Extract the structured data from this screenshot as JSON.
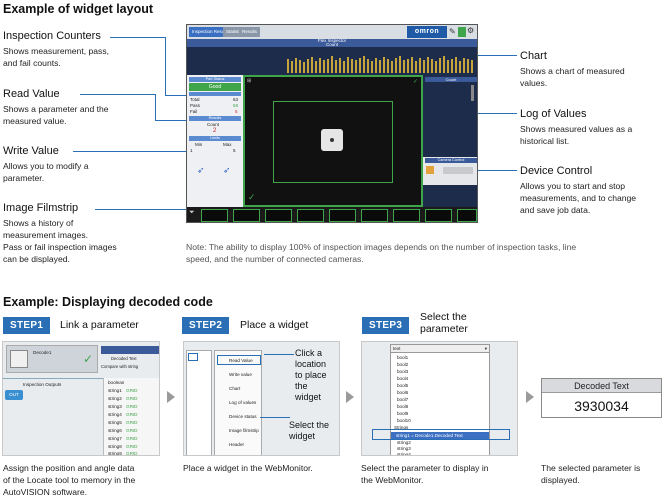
{
  "section1": {
    "title": "Example of widget layout",
    "callouts": [
      {
        "title": "Inspection Counters",
        "desc": [
          "Shows measurement, pass,",
          "and fail counts."
        ]
      },
      {
        "title": "Read Value",
        "desc": [
          "Shows a parameter and the",
          "measured value."
        ]
      },
      {
        "title": "Write Value",
        "desc": [
          "Allows you to modify a",
          "parameter."
        ]
      },
      {
        "title": "Image Filmstrip",
        "desc": [
          "Shows a history of",
          "measurement images.",
          "Pass or fail inspection images",
          "can be displayed."
        ]
      },
      {
        "title": "Chart",
        "desc": [
          "Shows a chart of measured",
          "values."
        ]
      },
      {
        "title": "Log of Values",
        "desc": [
          "Shows measured values as a",
          "historical list."
        ]
      },
      {
        "title": "Device Control",
        "desc": [
          "Allows you to start and stop",
          "measurements, and to change",
          "and save job data."
        ]
      }
    ],
    "note": [
      "Note: The ability to display 100% of  inspection images depends on the number of inspection tasks, line",
      "speed, and the number of connected cameras."
    ],
    "mock": {
      "tabs": [
        "Inspection Results",
        "Statistic",
        "Results"
      ],
      "logo": "omron",
      "chart_title": "Flex Inspector",
      "chart_sub": "Count",
      "part_status": "Part Status",
      "good": "Good",
      "total_label": "Total",
      "total_val": "63",
      "pass_label": "Pass",
      "pass_val": "58",
      "fail_label": "Fail",
      "fail_val": "5",
      "results": "Results",
      "count_label": "Count",
      "count_val": "2",
      "limits": "Limits",
      "min": "Min",
      "max": "Max",
      "min_val": "1",
      "max_val": "5",
      "log_title": "Count",
      "camera_control": "Camera Control"
    }
  },
  "section2": {
    "title": "Example: Displaying decoded code",
    "steps": [
      {
        "badge": "STEP1",
        "title": "Link a parameter",
        "caption": [
          "Assign the position and angle data",
          "of the Locate tool to memory in the",
          "AutoVISION software."
        ]
      },
      {
        "badge": "STEP2",
        "title": "Place a widget",
        "caption": [
          "Place a widget in the WebMonitor."
        ]
      },
      {
        "badge": "STEP3",
        "title_lines": [
          "Select the",
          "parameter"
        ],
        "caption": [
          "Select the parameter to display in",
          "the WebMonitor."
        ]
      },
      {
        "caption": [
          "The selected parameter is",
          "displayed."
        ]
      }
    ],
    "step1_mock": {
      "decode": "Decode1",
      "decoded_text": "Decoded Text",
      "compare": "Compare with string",
      "inspection_outputs": "Inspection Outputs",
      "out": "OUT",
      "boolean": "boolean",
      "strings": [
        "string1",
        "string2",
        "string3",
        "string4",
        "string5",
        "string6",
        "string7",
        "string8",
        "string9"
      ],
      "grid_tags": [
        "GRID",
        "GRID",
        "GRID",
        "GRID",
        "GRID",
        "GRID",
        "GRID",
        "GRID",
        "GRID"
      ]
    },
    "step2_mock": {
      "menu": [
        "Read Value",
        "Write value",
        "Chart",
        "Log of values",
        "Device status",
        "Image filmstrip",
        "Header"
      ],
      "callout_a": [
        "Click a",
        "location",
        "to place",
        "the",
        "widget"
      ],
      "callout_b": [
        "Select the",
        "widget"
      ]
    },
    "step3_mock": {
      "dropdown": "text",
      "items": [
        "bool1",
        "bool2",
        "bool3",
        "bool4",
        "bool5",
        "bool6",
        "bool7",
        "bool8",
        "bool9",
        "bool10",
        "Strings"
      ],
      "selected": "string1 = Decode1.Decoded Text",
      "after": [
        "string2",
        "string3",
        "string4",
        "string5"
      ]
    },
    "result": {
      "header": "Decoded Text",
      "value": "3930034"
    }
  }
}
